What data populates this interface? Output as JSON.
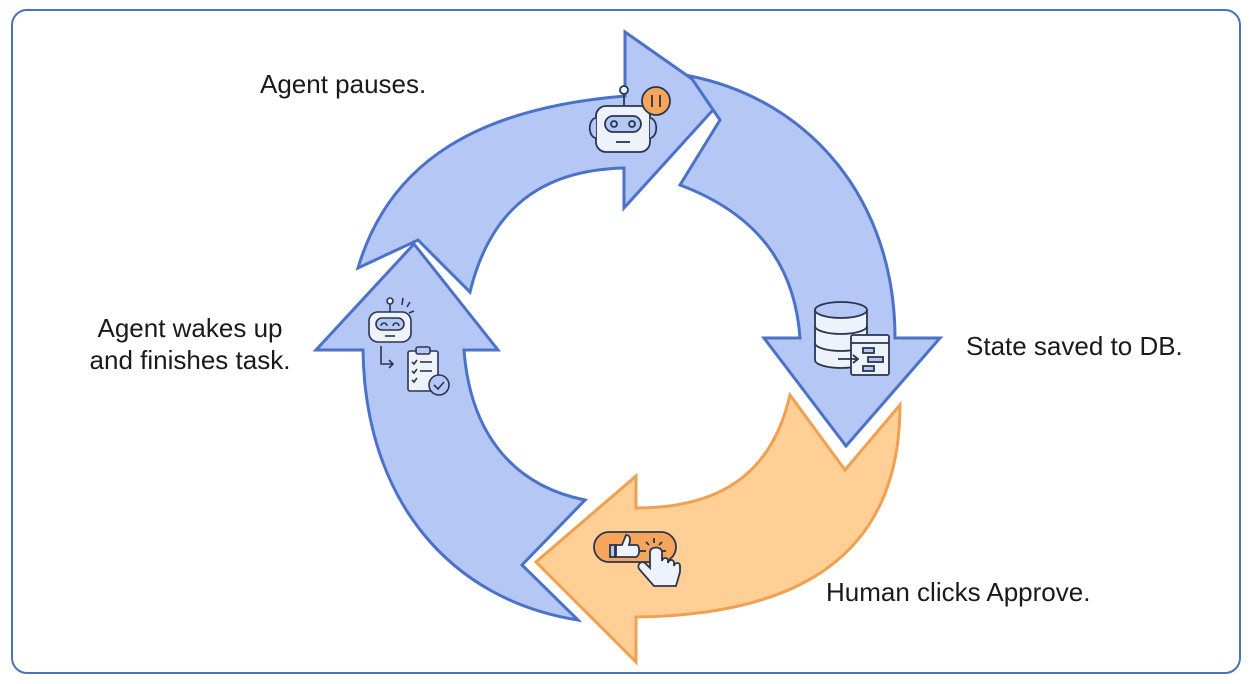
{
  "diagram": {
    "type": "cycle",
    "colors": {
      "blue_fill": "#b4c7f5",
      "blue_stroke": "#4a72c9",
      "orange_fill": "#ffcf96",
      "orange_stroke": "#f0a050",
      "frame_border": "#4a72b8"
    },
    "steps": [
      {
        "id": "pause",
        "label": "Agent pauses.",
        "icon": "robot-paused-icon",
        "arrow_color": "blue"
      },
      {
        "id": "save",
        "label": "State saved to DB.",
        "icon": "database-save-icon",
        "arrow_color": "blue"
      },
      {
        "id": "approve",
        "label": "Human clicks Approve.",
        "icon": "approve-click-icon",
        "arrow_color": "orange"
      },
      {
        "id": "resume",
        "label_line1": "Agent wakes up",
        "label_line2": "and finishes task.",
        "icon": "robot-task-complete-icon",
        "arrow_color": "blue"
      }
    ]
  }
}
